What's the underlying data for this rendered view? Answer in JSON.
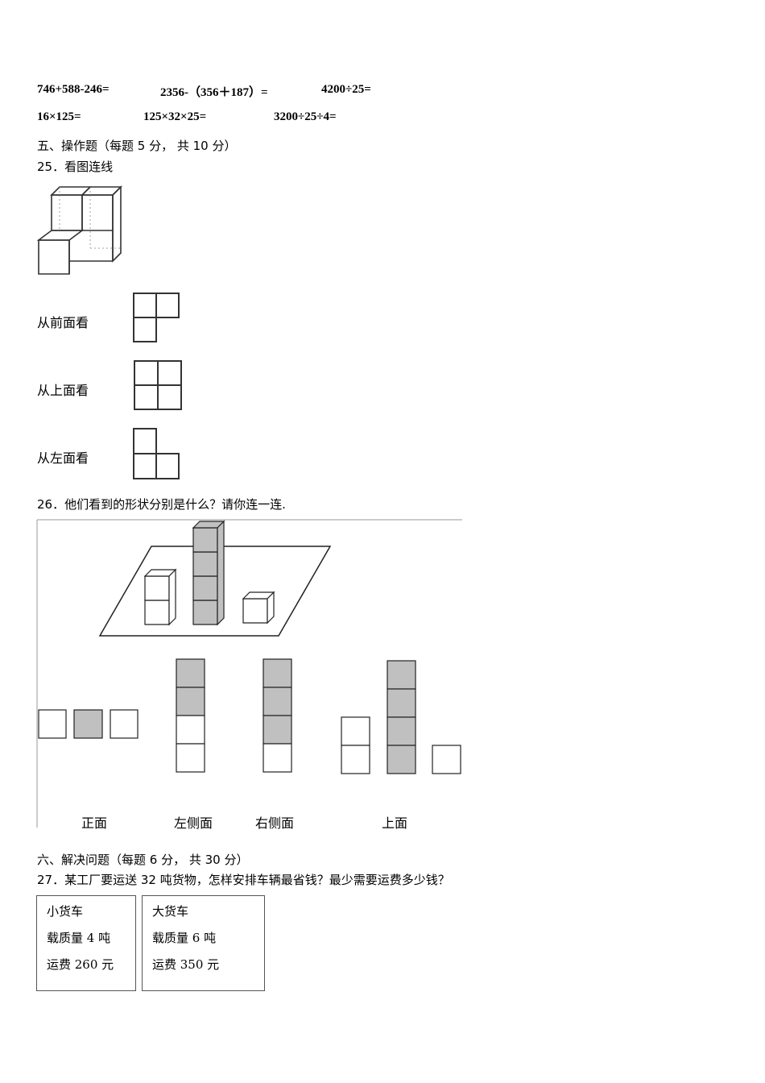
{
  "calc_row1": [
    "746+588-246=",
    "2356-（356＋187）=",
    "4200÷25="
  ],
  "calc_row2": [
    "16×125=",
    "125×32×25=",
    "3200÷25÷4="
  ],
  "section5": {
    "title": "五、操作题（每题 5 分， 共 10 分）"
  },
  "q25": {
    "title": "25．看图连线",
    "views": [
      "从前面看",
      "从上面看",
      "从左面看"
    ]
  },
  "q26": {
    "title": "26．他们看到的形状分别是什么？请你连一连.",
    "labels": [
      "正面",
      "左侧面",
      "右侧面",
      "上面"
    ]
  },
  "section6": {
    "title": "六、解决问题（每题 6 分， 共 30 分）"
  },
  "q27": {
    "title": "27．某工厂要运送 32 吨货物，怎样安排车辆最省钱？最少需要运费多少钱？",
    "small_truck": {
      "name": "小货车",
      "capacity": "载质量 4 吨",
      "fee": "运费 260 元"
    },
    "large_truck": {
      "name": "大货车",
      "capacity": "载质量 6 吨",
      "fee": "运费 350 元"
    }
  },
  "colors": {
    "shaded": "#c0c0c0",
    "line": "#333333"
  }
}
